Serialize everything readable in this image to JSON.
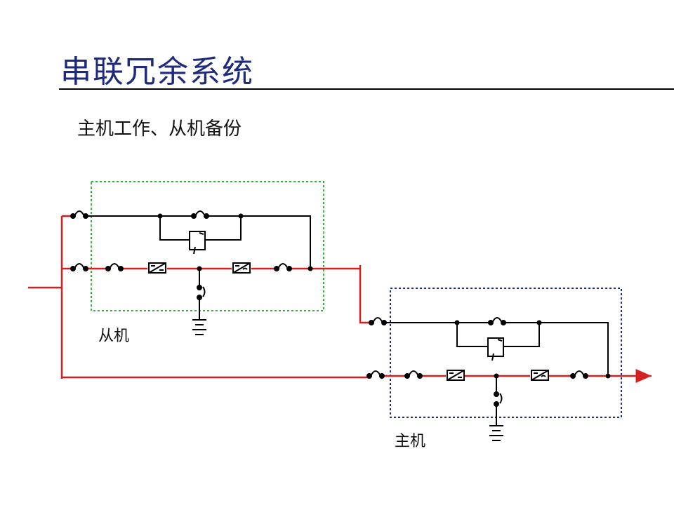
{
  "slide": {
    "title": "串联冗余系统",
    "subtitle": "主机工作、从机备份"
  },
  "units": {
    "slave_label": "从机",
    "master_label": "主机"
  },
  "colors": {
    "title": "#1f2a7a",
    "power_line": "#d42020",
    "control_line": "#000000",
    "slave_box": "#3cb043",
    "master_box": "#1f2a7a"
  },
  "icons": [
    "breaker-icon",
    "rectifier-icon",
    "inverter-icon",
    "static-switch-icon",
    "battery-icon",
    "battery-switch-icon"
  ]
}
